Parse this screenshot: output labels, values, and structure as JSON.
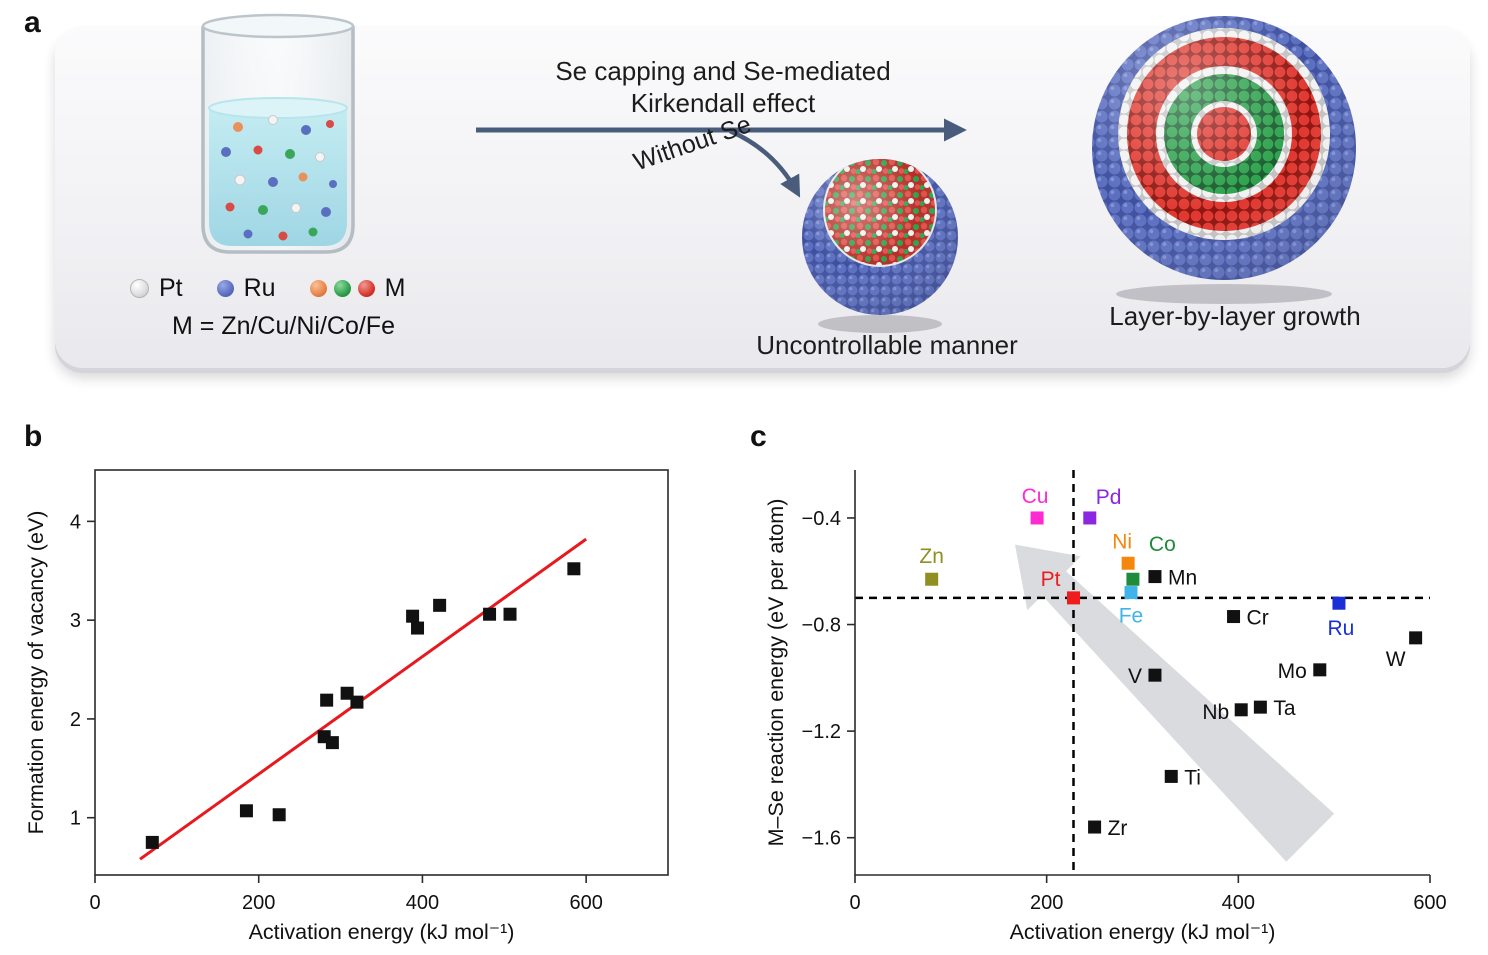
{
  "panel_a": {
    "label": "a",
    "process_caption": {
      "line1": "Se capping and Se-mediated",
      "line2": "Kirkendall effect"
    },
    "without_se_label": "Without Se",
    "uncontrollable_caption": "Uncontrollable manner",
    "layer_caption": "Layer-by-layer growth",
    "legend": {
      "pt": "Pt",
      "ru": "Ru",
      "m": "M",
      "m_definition": "M = Zn/Cu/Ni/Co/Fe"
    },
    "colors": {
      "pt_sphere": "#f2f2f2",
      "ru_sphere": "#5b6fc0",
      "m_orange": "#e8834a",
      "m_green": "#2fa14c",
      "m_red": "#d93830",
      "arrow": "#4a5c7c",
      "liquid": "#b8e4ee"
    }
  },
  "panel_b": {
    "label": "b"
  },
  "panel_c": {
    "label": "c"
  },
  "chart_data": [
    {
      "id": "b",
      "type": "scatter",
      "title": "",
      "xlabel": "Activation energy (kJ mol⁻¹)",
      "ylabel": "Formation energy of vacancy (eV)",
      "xlim": [
        0,
        700
      ],
      "ylim": [
        0.42,
        4.52
      ],
      "xticks": [
        0,
        200,
        400,
        600
      ],
      "xticklabels": [
        "0",
        "200",
        "400",
        "600"
      ],
      "yticks": [
        1,
        2,
        3,
        4
      ],
      "yticklabels": [
        "1",
        "2",
        "3",
        "4"
      ],
      "frame": "box",
      "grid": false,
      "marker": "square",
      "marker_color": "#111111",
      "points": [
        [
          70,
          0.75
        ],
        [
          185,
          1.07
        ],
        [
          225,
          1.03
        ],
        [
          280,
          1.82
        ],
        [
          290,
          1.76
        ],
        [
          283,
          2.19
        ],
        [
          308,
          2.26
        ],
        [
          320,
          2.17
        ],
        [
          388,
          3.04
        ],
        [
          394,
          2.92
        ],
        [
          421,
          3.15
        ],
        [
          482,
          3.06
        ],
        [
          507,
          3.06
        ],
        [
          585,
          3.52
        ]
      ],
      "fit_line": {
        "x1": 55,
        "y1": 0.58,
        "x2": 600,
        "y2": 3.82,
        "color": "#e8191e"
      }
    },
    {
      "id": "c",
      "type": "scatter",
      "title": "",
      "xlabel": "Activation energy (kJ mol⁻¹)",
      "ylabel": "M–Se reaction energy (eV per atom)",
      "xlim": [
        0,
        600
      ],
      "ylim": [
        -1.74,
        -0.22
      ],
      "xticks": [
        0,
        200,
        400,
        600
      ],
      "xticklabels": [
        "0",
        "200",
        "400",
        "600"
      ],
      "yticks": [
        -0.4,
        -0.8,
        -1.2,
        -1.6
      ],
      "yticklabels": [
        "−0.4",
        "−0.8",
        "−1.2",
        "−1.6"
      ],
      "frame": "axes",
      "grid": false,
      "marker": "square",
      "crosshair": {
        "x": 228,
        "y": -0.7,
        "dash": "8 6",
        "color": "#000000"
      },
      "trend_arrow": {
        "x1": 475,
        "y1": -1.6,
        "x2": 167,
        "y2": -0.5,
        "color": "#d5d7dc"
      },
      "points": [
        {
          "label": "Cu",
          "x": 190,
          "y": -0.4,
          "color": "#ff2ad1",
          "label_color": "#ff2ad1",
          "dx": -2,
          "dy": -15,
          "anchor": "middle"
        },
        {
          "label": "Pd",
          "x": 245,
          "y": -0.4,
          "color": "#8b27e0",
          "label_color": "#8b27e0",
          "dx": 6,
          "dy": -14,
          "anchor": "start"
        },
        {
          "label": "Zn",
          "x": 80,
          "y": -0.63,
          "color": "#8f8f22",
          "label_color": "#8f8f22",
          "dx": 0,
          "dy": -16,
          "anchor": "middle"
        },
        {
          "label": "Ni",
          "x": 285,
          "y": -0.57,
          "color": "#f5870f",
          "label_color": "#f5870f",
          "dx": -6,
          "dy": -15,
          "anchor": "middle"
        },
        {
          "label": "Co",
          "x": 290,
          "y": -0.63,
          "color": "#1f8c3b",
          "label_color": "#1f8c3b",
          "dx": 16,
          "dy": -28,
          "anchor": "start"
        },
        {
          "label": "Mn",
          "x": 313,
          "y": -0.62,
          "color": "#111111",
          "label_color": "#111111",
          "dx": 13,
          "dy": 8,
          "anchor": "start"
        },
        {
          "label": "Pt",
          "x": 228,
          "y": -0.7,
          "color": "#ee1c1c",
          "label_color": "#ee1c1c",
          "dx": -13,
          "dy": -12,
          "anchor": "end"
        },
        {
          "label": "Fe",
          "x": 288,
          "y": -0.68,
          "color": "#3fb3ea",
          "label_color": "#3fb3ea",
          "dx": 0,
          "dy": 30,
          "anchor": "middle"
        },
        {
          "label": "Cr",
          "x": 395,
          "y": -0.77,
          "color": "#111111",
          "label_color": "#111111",
          "dx": 13,
          "dy": 8,
          "anchor": "start"
        },
        {
          "label": "Ru",
          "x": 505,
          "y": -0.72,
          "color": "#1a2fd8",
          "label_color": "#1a2fd8",
          "dx": 2,
          "dy": 32,
          "anchor": "middle"
        },
        {
          "label": "W",
          "x": 585,
          "y": -0.85,
          "color": "#111111",
          "label_color": "#111111",
          "dx": -20,
          "dy": 28,
          "anchor": "middle"
        },
        {
          "label": "Mo",
          "x": 485,
          "y": -0.97,
          "color": "#111111",
          "label_color": "#111111",
          "dx": -13,
          "dy": 8,
          "anchor": "end"
        },
        {
          "label": "V",
          "x": 313,
          "y": -0.99,
          "color": "#111111",
          "label_color": "#111111",
          "dx": -13,
          "dy": 8,
          "anchor": "end"
        },
        {
          "label": "Nb",
          "x": 403,
          "y": -1.12,
          "color": "#111111",
          "label_color": "#111111",
          "dx": -12,
          "dy": 9,
          "anchor": "end"
        },
        {
          "label": "Ta",
          "x": 423,
          "y": -1.11,
          "color": "#111111",
          "label_color": "#111111",
          "dx": 13,
          "dy": 8,
          "anchor": "start"
        },
        {
          "label": "Ti",
          "x": 330,
          "y": -1.37,
          "color": "#111111",
          "label_color": "#111111",
          "dx": 13,
          "dy": 8,
          "anchor": "start"
        },
        {
          "label": "Zr",
          "x": 250,
          "y": -1.56,
          "color": "#111111",
          "label_color": "#111111",
          "dx": 13,
          "dy": 8,
          "anchor": "start"
        }
      ]
    }
  ]
}
